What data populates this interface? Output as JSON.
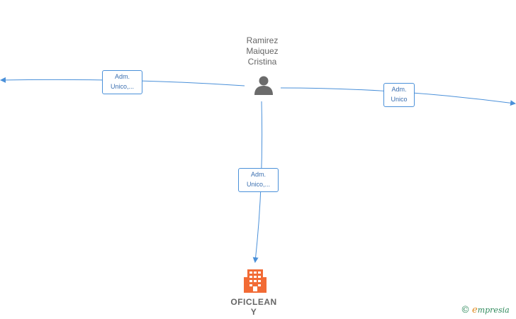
{
  "person": {
    "name_lines": [
      "Ramirez",
      "Maiquez",
      "Cristina"
    ],
    "icon": "person-icon"
  },
  "edges": [
    {
      "label_lines": [
        "Adm.",
        "Unico,..."
      ]
    },
    {
      "label_lines": [
        "Adm.",
        "Unico"
      ]
    },
    {
      "label_lines": [
        "Adm.",
        "Unico,..."
      ]
    }
  ],
  "company": {
    "name_lines": [
      "OFICLEAN",
      "Y"
    ],
    "icon": "building-icon"
  },
  "brand": {
    "copyright": "©",
    "initial": "e",
    "rest": "mpresia"
  },
  "colors": {
    "edge": "#4a90d9",
    "company_icon": "#f26b35",
    "person_icon": "#6b6b6b",
    "text": "#666666"
  }
}
